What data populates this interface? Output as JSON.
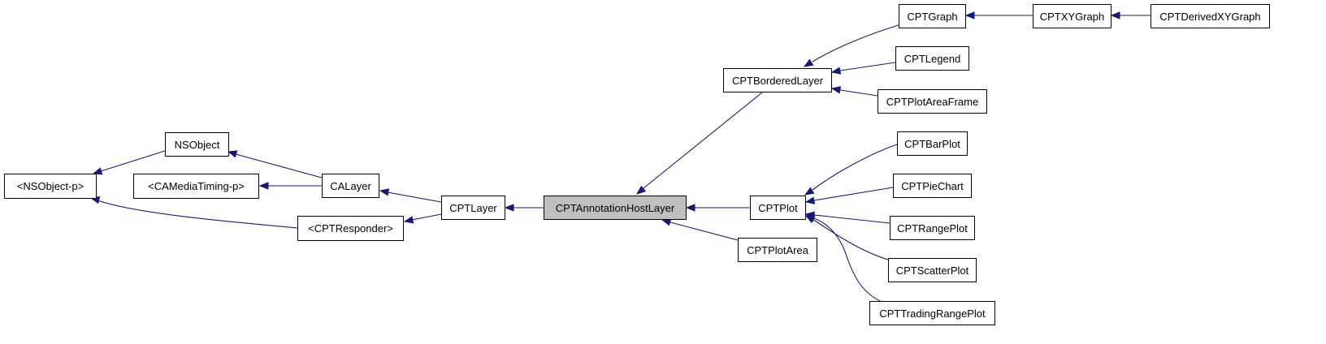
{
  "diagram": {
    "colors": {
      "edge": "#191970",
      "node_border": "#000000",
      "node_fill": "#ffffff",
      "current_fill": "#bfbfbf",
      "text": "#000000"
    },
    "nodes": {
      "nsobject_p": {
        "label": "<NSObject-p>"
      },
      "nsobject": {
        "label": "NSObject"
      },
      "camediatiming_p": {
        "label": "<CAMediaTiming-p>"
      },
      "calayer": {
        "label": "CALayer"
      },
      "cptresponder": {
        "label": "<CPTResponder>"
      },
      "cptlayer": {
        "label": "CPTLayer"
      },
      "cptannotationhostlayer": {
        "label": "CPTAnnotationHostLayer"
      },
      "cptborderedlayer": {
        "label": "CPTBorderedLayer"
      },
      "cptplot": {
        "label": "CPTPlot"
      },
      "cptplotarea": {
        "label": "CPTPlotArea"
      },
      "cptgraph": {
        "label": "CPTGraph"
      },
      "cptxygraph": {
        "label": "CPTXYGraph"
      },
      "cptderivedxygraph": {
        "label": "CPTDerivedXYGraph"
      },
      "cptlegend": {
        "label": "CPTLegend"
      },
      "cptplotareaframe": {
        "label": "CPTPlotAreaFrame"
      },
      "cptbarplot": {
        "label": "CPTBarPlot"
      },
      "cptpiechart": {
        "label": "CPTPieChart"
      },
      "cptrangeplot": {
        "label": "CPTRangePlot"
      },
      "cptscatterplot": {
        "label": "CPTScatterPlot"
      },
      "cpttradingrangeplot": {
        "label": "CPTTradingRangePlot"
      }
    }
  }
}
